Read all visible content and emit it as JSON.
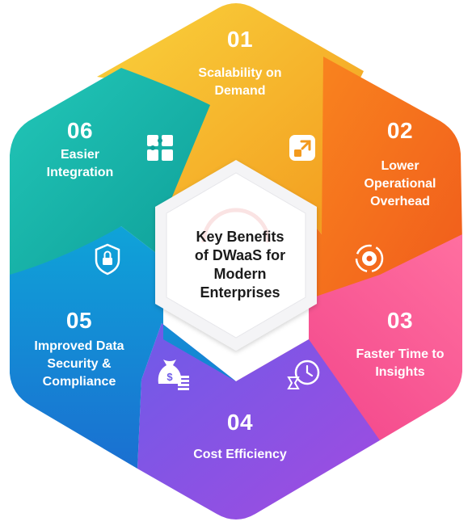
{
  "center": {
    "title": "Key Benefits\nof DWaaS for\nModern\nEnterprises"
  },
  "segments": [
    {
      "number": "01",
      "text": "Scalability on\nDemand",
      "icon": "scale-expand-icon",
      "color_start": "#F9D23C",
      "color_end": "#F39A1E"
    },
    {
      "number": "02",
      "text": "Lower\nOperational\nOverhead",
      "icon": "gear-sync-icon",
      "color_start": "#F9851E",
      "color_end": "#F05A1C"
    },
    {
      "number": "03",
      "text": "Faster Time to\nInsights",
      "icon": "clock-hourglass-icon",
      "color_start": "#FF6FA0",
      "color_end": "#F03E86"
    },
    {
      "number": "04",
      "text": "Cost Efficiency",
      "icon": "money-bag-icon",
      "color_start": "#6E5BE8",
      "color_end": "#A24BE0"
    },
    {
      "number": "05",
      "text": "Improved Data\nSecurity &\nCompliance",
      "icon": "shield-lock-icon",
      "color_start": "#0FA3D8",
      "color_end": "#1A6FD1"
    },
    {
      "number": "06",
      "text": "Easier\nIntegration",
      "icon": "puzzle-icon",
      "color_start": "#22C7B8",
      "color_end": "#0E9E98"
    }
  ]
}
